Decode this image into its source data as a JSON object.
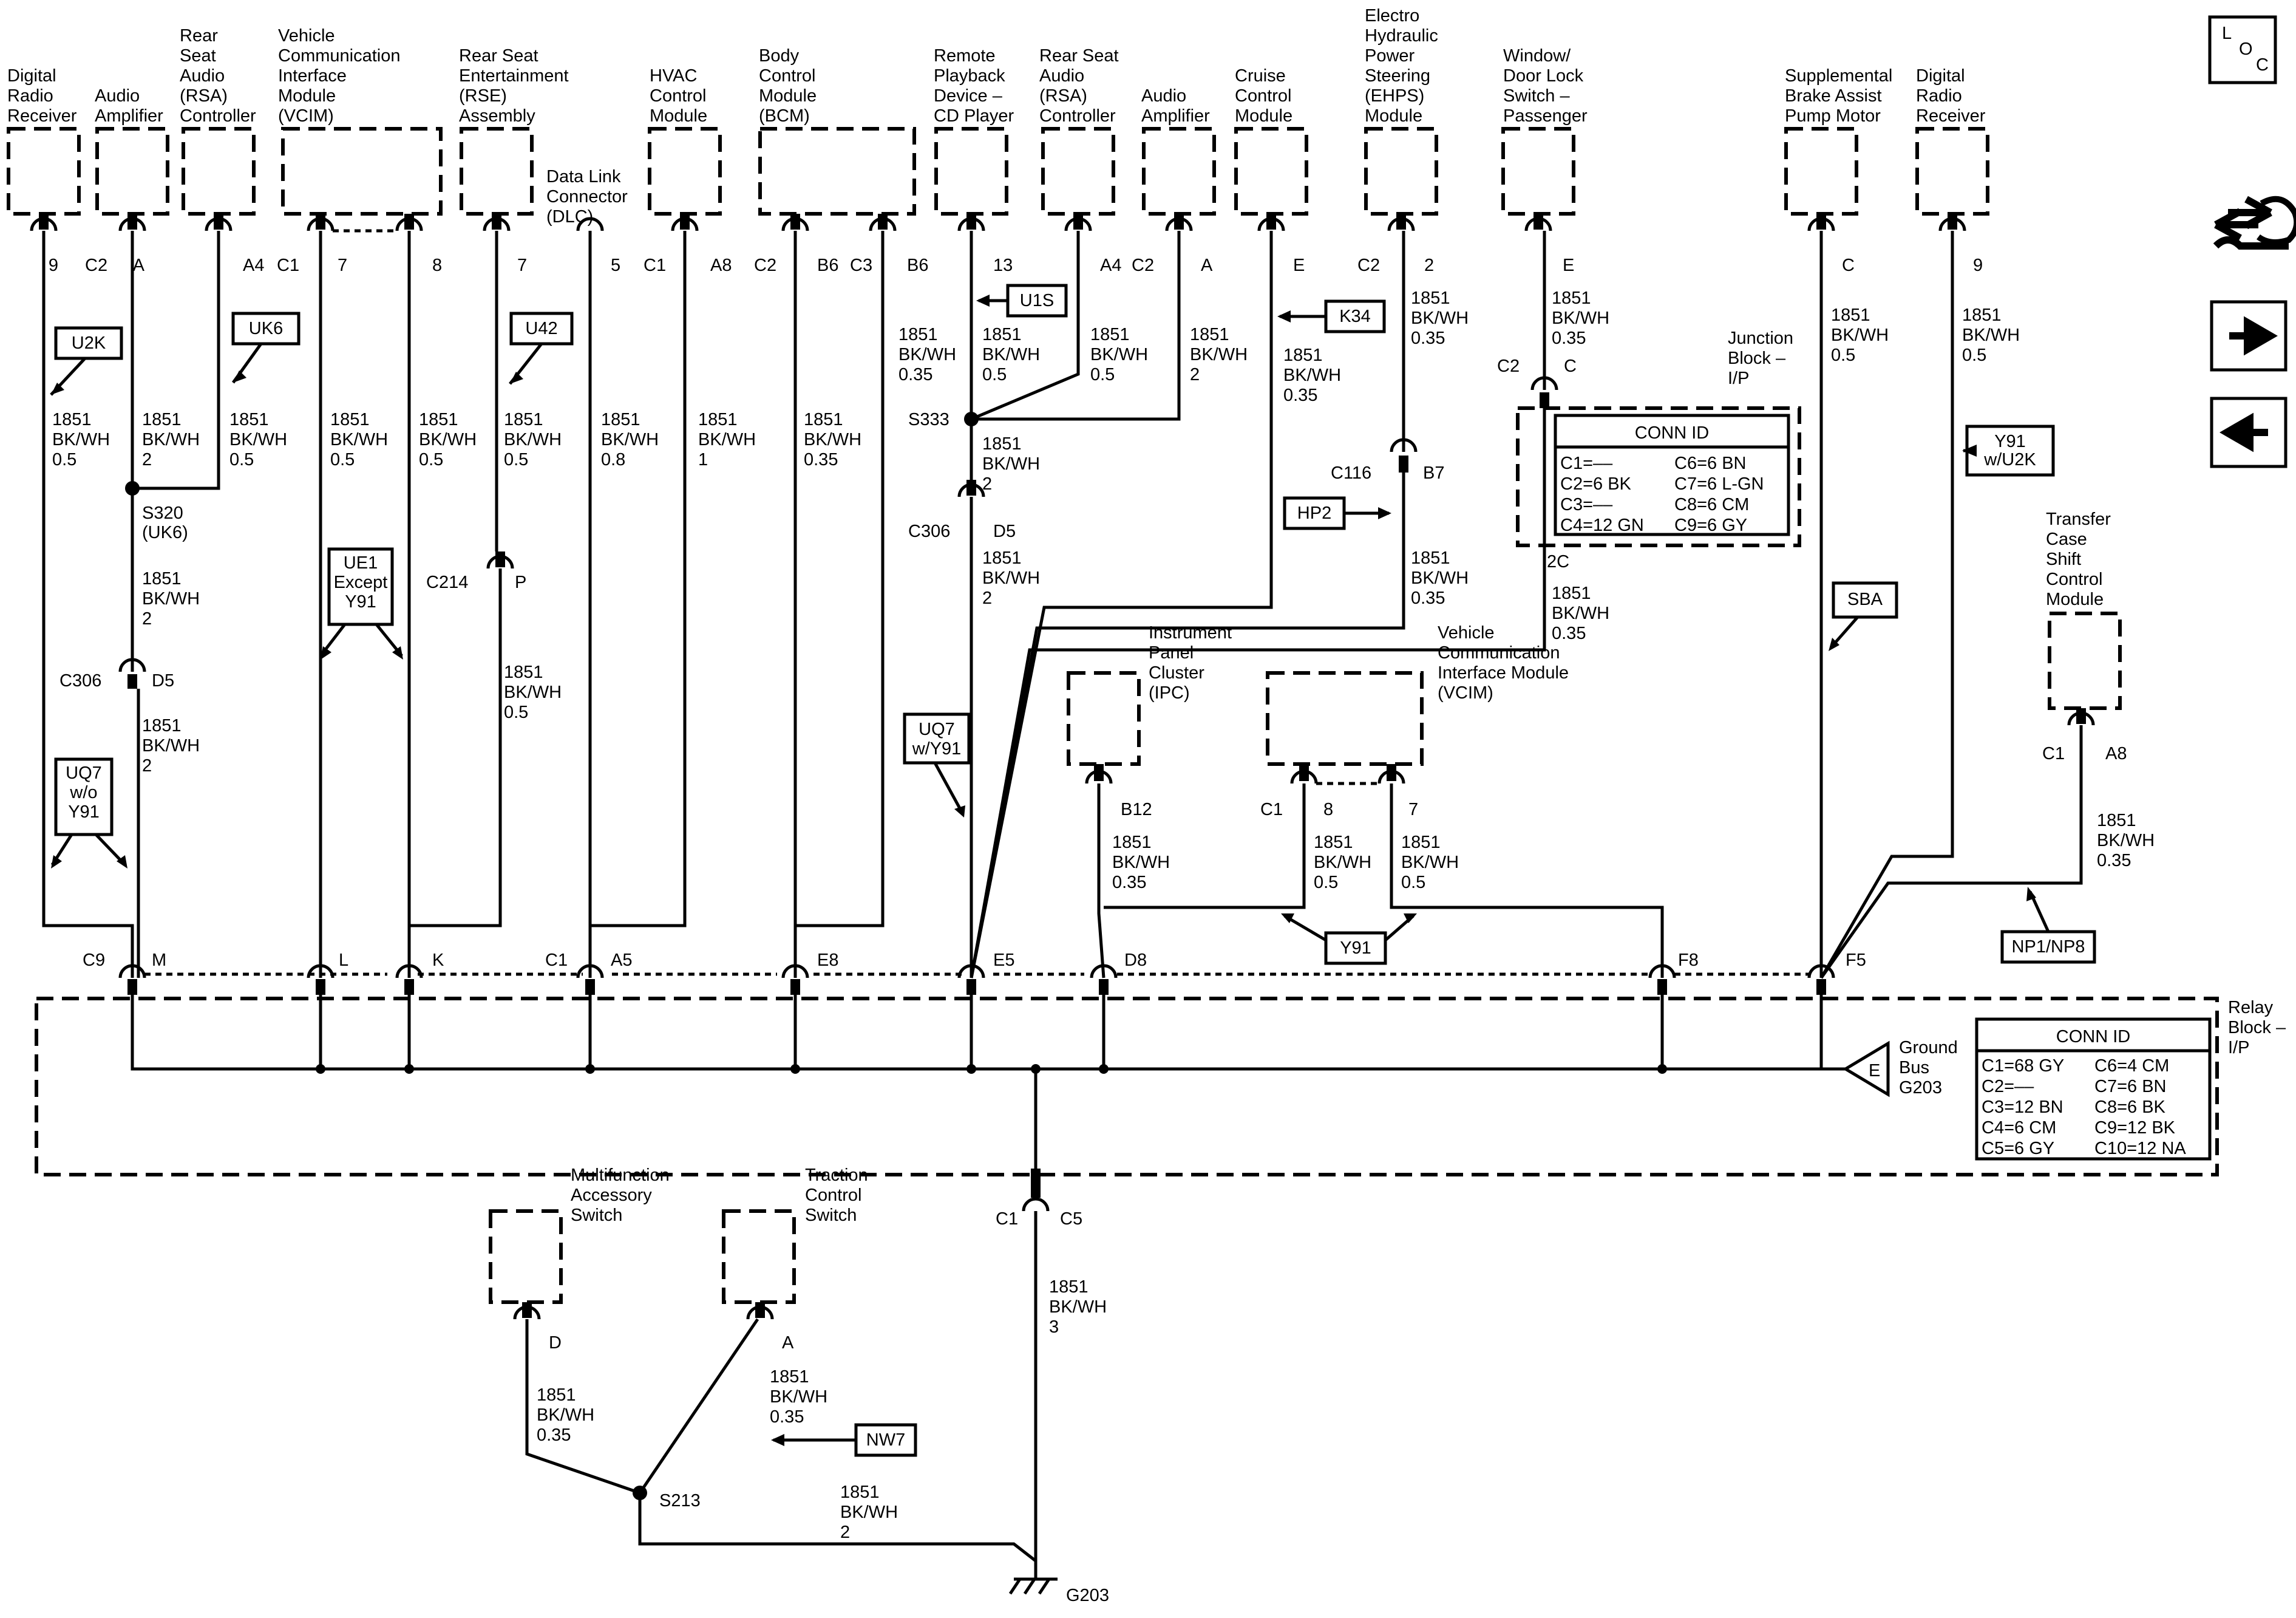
{
  "loc_icon": "LOC",
  "wire": {
    "circuit": "1851",
    "color": "BK/WH"
  },
  "components": [
    {
      "name": "Digital Radio Receiver",
      "lines": [
        "Digital",
        "Radio",
        "Receiver"
      ],
      "conn": "",
      "pin": "9",
      "options": "U2K",
      "gauge": "0.5",
      "relay_conn": "C9",
      "relay_pin": "M"
    },
    {
      "name": "Audio Amplifier",
      "lines": [
        "Audio",
        "Amplifier"
      ],
      "conn": "C2",
      "pin": "A",
      "options": "",
      "gauge": "2",
      "relay_conn": "",
      "relay_pin": "M"
    },
    {
      "name": "Rear Seat Audio (RSA) Controller",
      "lines": [
        "Rear",
        "Seat",
        "Audio",
        "(RSA)",
        "Controller"
      ],
      "conn": "",
      "pin": "A4",
      "options": "UK6",
      "gauge": "0.5"
    },
    {
      "name": "Vehicle Communication Interface Module (VCIM)",
      "lines": [
        "Vehicle",
        "Communication",
        "Interface",
        "Module",
        "(VCIM)"
      ],
      "conn": "C1",
      "pin": "7",
      "pin2": "8",
      "gauge": "0.5",
      "relay_pin": "L",
      "relay_pin2": "K"
    },
    {
      "name": "Rear Seat Entertainment (RSE) Assembly",
      "lines": [
        "Rear Seat",
        "Entertainment",
        "(RSE)",
        "Assembly"
      ],
      "conn": "",
      "pin": "7",
      "options": "U42",
      "gauge": "0.5"
    },
    {
      "name": "Data Link Connector (DLC)",
      "lines": [
        "Data Link",
        "Connector",
        "(DLC)"
      ],
      "conn": "",
      "pin": "5",
      "gauge": "0.8",
      "relay_conn": "C1",
      "relay_pin": "A5"
    },
    {
      "name": "HVAC Control Module",
      "lines": [
        "HVAC",
        "Control",
        "Module"
      ],
      "conn": "C1",
      "pin": "A8",
      "gauge": "1"
    },
    {
      "name": "Body Control Module (BCM)",
      "lines": [
        "Body",
        "Control",
        "Module",
        "(BCM)"
      ],
      "conn": "C2",
      "pin": "B6",
      "conn2": "C3",
      "pin2": "B6",
      "gauge": "0.35",
      "relay_pin": "E8"
    },
    {
      "name": "Remote Playback Device - CD Player",
      "lines": [
        "Remote",
        "Playback",
        "Device –",
        "CD Player"
      ],
      "conn": "",
      "pin": "13",
      "options": "U1S",
      "gauge": "0.5"
    },
    {
      "name": "Rear Seat Audio (RSA) Controller",
      "lines": [
        "Rear Seat",
        "Audio",
        "(RSA)",
        "Controller"
      ],
      "conn": "",
      "pin": "A4",
      "gauge": "0.5"
    },
    {
      "name": "Audio Amplifier",
      "lines": [
        "Audio",
        "Amplifier"
      ],
      "conn": "C2",
      "pin": "A",
      "gauge": "2"
    },
    {
      "name": "Cruise Control Module",
      "lines": [
        "Cruise",
        "Control",
        "Module"
      ],
      "conn": "",
      "pin": "E",
      "options": "K34",
      "gauge": "0.35"
    },
    {
      "name": "Electro Hydraulic Power Steering (EHPS) Module",
      "lines": [
        "Electro",
        "Hydraulic",
        "Power",
        "Steering",
        "(EHPS)",
        "Module"
      ],
      "conn": "C2",
      "pin": "2",
      "gauge": "0.35"
    },
    {
      "name": "Window/Door Lock Switch - Passenger",
      "lines": [
        "Window/",
        "Door Lock",
        "Switch –",
        "Passenger"
      ],
      "conn": "",
      "pin": "E",
      "gauge": "0.35"
    },
    {
      "name": "Supplemental Brake Assist Pump Motor",
      "lines": [
        "Supplemental",
        "Brake Assist",
        "Pump Motor"
      ],
      "conn": "",
      "pin": "C",
      "gauge": "0.5",
      "options": "SBA"
    },
    {
      "name": "Digital Radio Receiver",
      "lines": [
        "Digital",
        "Radio",
        "Receiver"
      ],
      "conn": "",
      "pin": "9",
      "gauge": "0.5",
      "options": "Y91 w/U2K"
    },
    {
      "name": "Transfer Case Shift Control Module",
      "lines": [
        "Transfer",
        "Case",
        "Shift",
        "Control",
        "Module"
      ],
      "conn": "C1",
      "pin": "A8",
      "gauge": "0.35",
      "options": "NP1/NP8"
    },
    {
      "name": "Instrument Panel Cluster (IPC)",
      "lines": [
        "Instrument",
        "Panel",
        "Cluster",
        "(IPC)"
      ],
      "conn": "",
      "pin": "B12",
      "gauge": "0.35",
      "relay_pin": "D8"
    },
    {
      "name": "Vehicle Communication Interface Module (VCIM)",
      "lines": [
        "Vehicle",
        "Communication",
        "Interface Module",
        "(VCIM)"
      ],
      "conn": "C1",
      "pin": "8",
      "pin2": "7",
      "gauge": "0.5",
      "relay_pin": "F8",
      "options": "Y91"
    },
    {
      "name": "Multifunction Accessory Switch",
      "lines": [
        "Multifunction",
        "Accessory",
        "Switch"
      ],
      "conn": "",
      "pin": "D",
      "gauge": "0.35"
    },
    {
      "name": "Traction Control Switch",
      "lines": [
        "Traction",
        "Control",
        "Switch"
      ],
      "conn": "",
      "pin": "A",
      "gauge": "0.35",
      "options": "NW7"
    }
  ],
  "splices": [
    "S320",
    "(UK6)",
    "S333",
    "S213"
  ],
  "inline_connectors": [
    "C306",
    "D5",
    "C214",
    "P",
    "C116",
    "B7",
    "C2",
    "C",
    "2C"
  ],
  "option_tags": [
    "U2K",
    "UK6",
    "U42",
    "U1S",
    "K34",
    "HP2",
    "UE1 Except Y91",
    "UQ7 w/o Y91",
    "UQ7 w/Y91",
    "Y91",
    "SBA",
    "Y91 w/U2K",
    "NP1/NP8",
    "NW7"
  ],
  "junction_block": {
    "label_lines": [
      "Junction",
      "Block –",
      "I/P"
    ],
    "title": "CONN ID",
    "rows": [
      [
        "C1=––",
        "C6=6 BN"
      ],
      [
        "C2=6 BK",
        "C7=6 L-GN"
      ],
      [
        "C3=––",
        "C8=6 CM"
      ],
      [
        "C4=12 GN",
        "C9=6 GY"
      ]
    ]
  },
  "relay_block": {
    "label_lines": [
      "Relay",
      "Block –",
      "I/P"
    ],
    "title": "CONN ID",
    "rows": [
      [
        "C1=68 GY",
        "C6=4 CM"
      ],
      [
        "C2=––",
        "C7=6 BN"
      ],
      [
        "C3=12 BN",
        "C8=6 BK"
      ],
      [
        "C4=6 CM",
        "C9=12 BK"
      ],
      [
        "C5=6 GY",
        "C10=12 NA"
      ]
    ],
    "ground_bus": [
      "Ground",
      "Bus",
      "G203"
    ],
    "ground_bus_pin": "E",
    "output_conn": "C1",
    "output_pin": "C5"
  },
  "relay_pins": [
    "C9",
    "M",
    "L",
    "K",
    "C1",
    "A5",
    "E8",
    "E5",
    "D8",
    "F8",
    "F5"
  ],
  "ground": "G203",
  "main_gauge": "3"
}
